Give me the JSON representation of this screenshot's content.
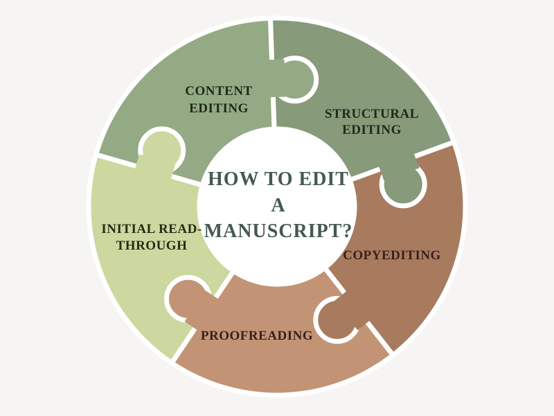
{
  "background_color": "#f7f5f4",
  "divider_color": "#ffffff",
  "center": {
    "circle_color": "#ffffff",
    "title_color": "#44594f",
    "title_lines": [
      "HOW TO EDIT",
      "A",
      "MANUSCRIPT?"
    ]
  },
  "pieces": [
    {
      "id": "content-editing",
      "label_line1": "CONTENT",
      "label_line2": "EDITING",
      "color": "#94aa85",
      "text_color": "#1f2816"
    },
    {
      "id": "structural-editing",
      "label_line1": "STRUCTURAL",
      "label_line2": "EDITING",
      "color": "#879a7a",
      "text_color": "#20291d"
    },
    {
      "id": "copyediting",
      "label_line1": "COPYEDITING",
      "label_line2": "",
      "color": "#a87b5e",
      "text_color": "#38211c"
    },
    {
      "id": "proofreading",
      "label_line1": "PROOFREADING",
      "label_line2": "",
      "color": "#c29475",
      "text_color": "#381f1c"
    },
    {
      "id": "initial-read-through",
      "label_line1": "INITIAL READ-",
      "label_line2": "THROUGH",
      "color": "#cdd8a0",
      "text_color": "#232b14"
    }
  ]
}
